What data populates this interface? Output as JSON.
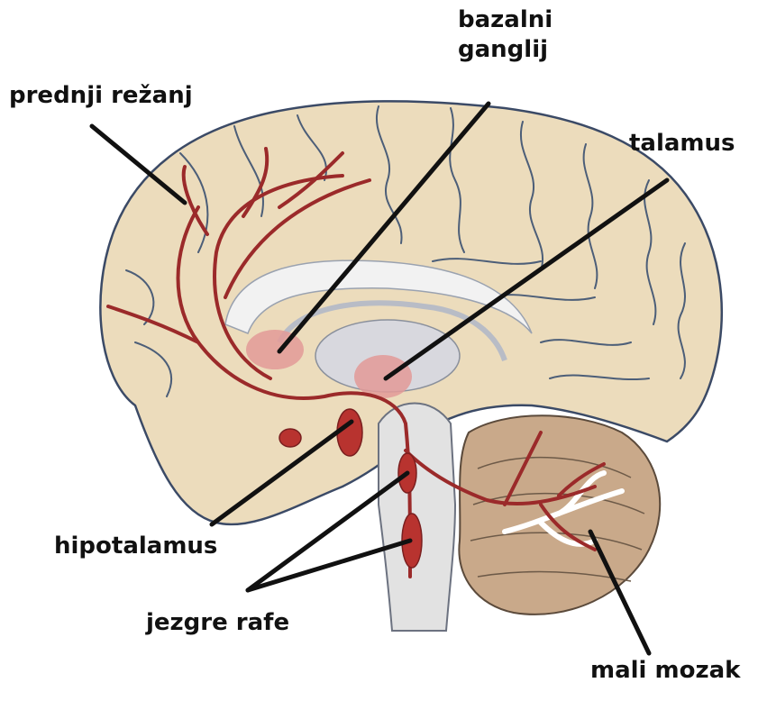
{
  "labels": {
    "basal_ganglia_line1": "bazalni",
    "basal_ganglia_line2": "ganglij",
    "frontal_lobe": "prednji režanj",
    "thalamus": "talamus",
    "hypothalamus": "hipotalamus",
    "raphe_nuclei": "jezgre rafe",
    "cerebellum": "mali mozak"
  },
  "colors": {
    "cortex": "#ecdcbc",
    "sulci": "#4c5e78",
    "pathway": "#9b2a2a",
    "highlight": "#e39a98",
    "leader_line": "#111111",
    "corpus_callosum": "#e8e8e8",
    "brainstem": "#e2e2e2",
    "cerebellum": "#c9a98a"
  },
  "icons": [
    "brain-sagittal-illustration"
  ]
}
